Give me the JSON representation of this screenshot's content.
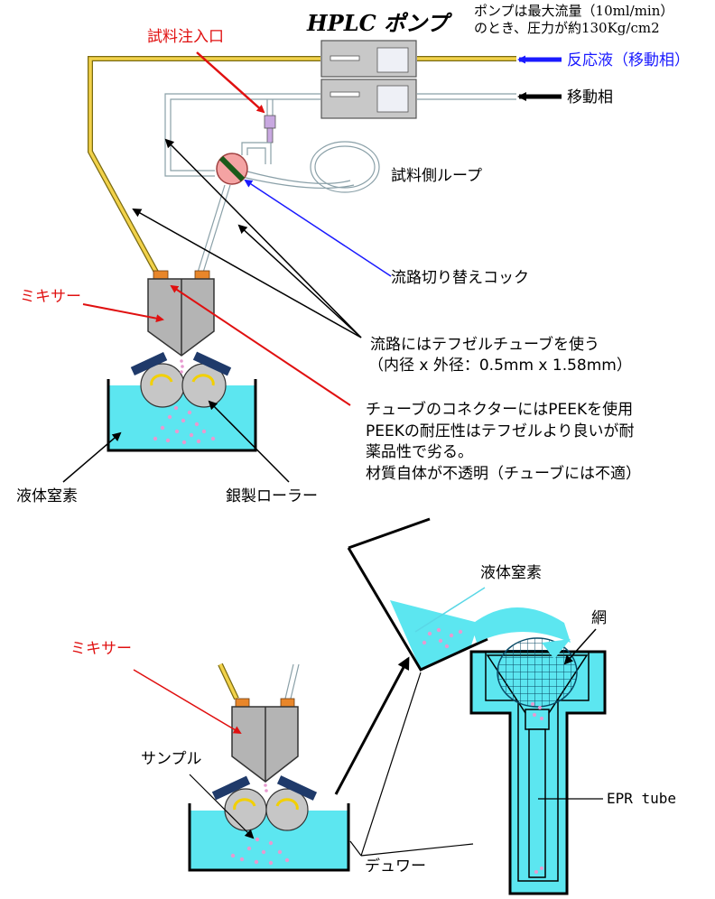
{
  "pump": {
    "title": "HPLC ポンプ",
    "note_line1": "ポンプは最大流量（10ml/min）",
    "note_line2": "のとき、圧力が約130Kg/cm2"
  },
  "labels": {
    "sample_inlet": "試料注入口",
    "reaction_liquid": "反応液（移動相）",
    "mobile_phase": "移動相",
    "sample_loop": "試料側ループ",
    "switch_cock": "流路切り替えコック",
    "mixer_top": "ミキサー",
    "tefzel_line1": "流路にはテフゼルチューブを使う",
    "tefzel_line2": "（内径 x 外径：0.5mm x 1.58mm）",
    "peek_line1": "チューブのコネクターにはPEEKを使用",
    "peek_line2": "PEEKの耐圧性はテフゼルより良いが耐",
    "peek_line3": "薬品性で劣る。",
    "peek_line4": "材質自体が不透明（チューブには不適）",
    "liquid_nitrogen_top": "液体窒素",
    "silver_roller": "銀製ローラー",
    "liquid_nitrogen_bottom": "液体窒素",
    "mesh": "網",
    "mixer_bottom": "ミキサー",
    "sample": "サンプル",
    "epr_tube": "EPR tube",
    "dewar": "デュワー"
  },
  "colors": {
    "arrow_red": "#e01010",
    "arrow_blue": "#1a1aff",
    "liquid": "#5ce6f0",
    "tube_yellow": "#f2d24a",
    "pump_gray": "#c8c8c8",
    "mixer_gray": "#b4b4b4",
    "roller_gray": "#c6c6c6",
    "connector_orange": "#e8862a",
    "cock_pink": "#f4a3a3",
    "droplet_pink": "#e79ad0"
  }
}
